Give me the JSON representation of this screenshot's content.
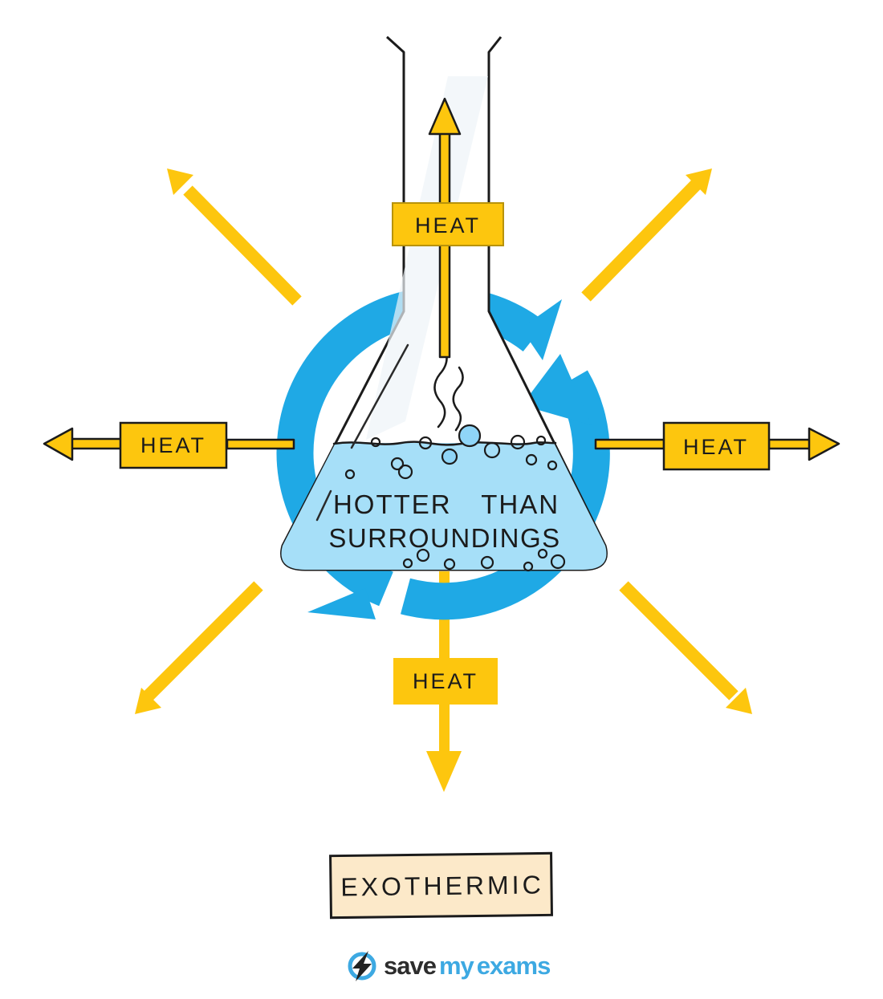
{
  "diagram": {
    "heat_labels": {
      "top": "HEAT",
      "left": "HEAT",
      "right": "HEAT",
      "bottom": "HEAT"
    },
    "flask": {
      "line1": "HOTTER THAN",
      "line2": "SURROUNDINGS"
    },
    "result_label": "EXOTHERMIC",
    "colors": {
      "arrow_yellow": "#FDC60E",
      "cycle_blue": "#1FA9E5",
      "liquid_blue": "#A6DFF8",
      "label_cream": "#FCE9C9",
      "brand_blue": "#3DA9E2"
    }
  },
  "footer": {
    "brand": {
      "save": "save",
      "my": "my",
      "exams": "exams"
    }
  }
}
